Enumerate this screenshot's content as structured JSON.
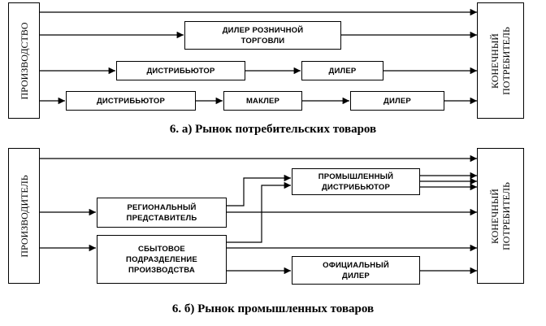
{
  "diagram_a": {
    "producer": "ПРОИЗВОДСТВО",
    "consumer": "КОНЕЧНЫЙ\nПОТРЕБИТЕЛЬ",
    "retail_dealer": "ДИЛЕР РОЗНИЧНОЙ\nТОРГОВЛИ",
    "distributor_1": "ДИСТРИБЬЮТОР",
    "dealer_1": "ДИЛЕР",
    "distributor_2": "ДИСТРИБЬЮТОР",
    "broker": "МАКЛЕР",
    "dealer_2": "ДИЛЕР",
    "caption": "6. а) Рынок потребительских товаров"
  },
  "diagram_b": {
    "producer": "ПРОИЗВОДИТЕЛЬ",
    "consumer": "КОНЕЧНЫЙ\nПОТРЕБИТЕЛЬ",
    "industrial_distributor": "ПРОМЫШЛЕННЫЙ\nДИСТРИБЬЮТОР",
    "regional_rep": "РЕГИОНАЛЬНЫЙ\nПРЕДСТАВИТЕЛЬ",
    "sales_division": "СБЫТОВОЕ\nПОДРАЗДЕЛЕНИЕ\nПРОИЗВОДСТВА",
    "official_dealer": "ОФИЦИАЛЬНЫЙ\nДИЛЕР",
    "caption": "6. б) Рынок промышленных товаров"
  }
}
